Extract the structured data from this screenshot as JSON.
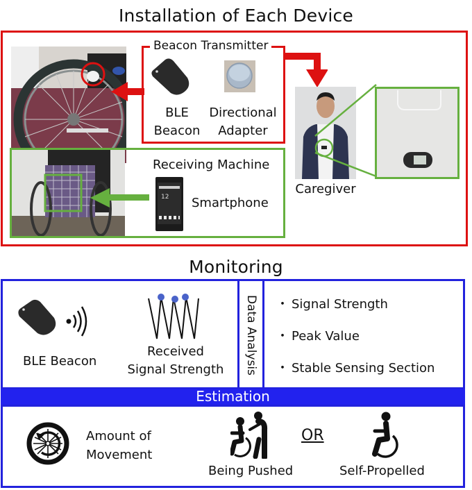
{
  "installation": {
    "title": "Installation of Each Device",
    "beacon_transmitter": {
      "label": "Beacon Transmitter",
      "items": [
        {
          "name": "ble-beacon",
          "label_line1": "BLE",
          "label_line2": "Beacon"
        },
        {
          "name": "directional-adapter",
          "label_line1": "Directional",
          "label_line2": "Adapter"
        }
      ]
    },
    "receiving_machine": {
      "label": "Receiving Machine",
      "device_label": "Smartphone",
      "phone_clock": "12"
    },
    "caregiver_label": "Caregiver",
    "colors": {
      "transmitter": "#dd1111",
      "receiver": "#66b03f"
    }
  },
  "monitoring": {
    "title": "Monitoring",
    "ble_beacon_label": "BLE Beacon",
    "rss_label_line1": "Received",
    "rss_label_line2": "Signal Strength",
    "data_analysis_label": "Data Analysis",
    "features": [
      "Signal Strength",
      "Peak Value",
      "Stable Sensing Section"
    ],
    "bullet": "・",
    "color": "#2222dd"
  },
  "estimation": {
    "title": "Estimation",
    "amount_line1": "Amount of",
    "amount_line2": "Movement",
    "being_pushed": "Being Pushed",
    "or": "OR",
    "self_propelled": "Self-Propelled"
  }
}
